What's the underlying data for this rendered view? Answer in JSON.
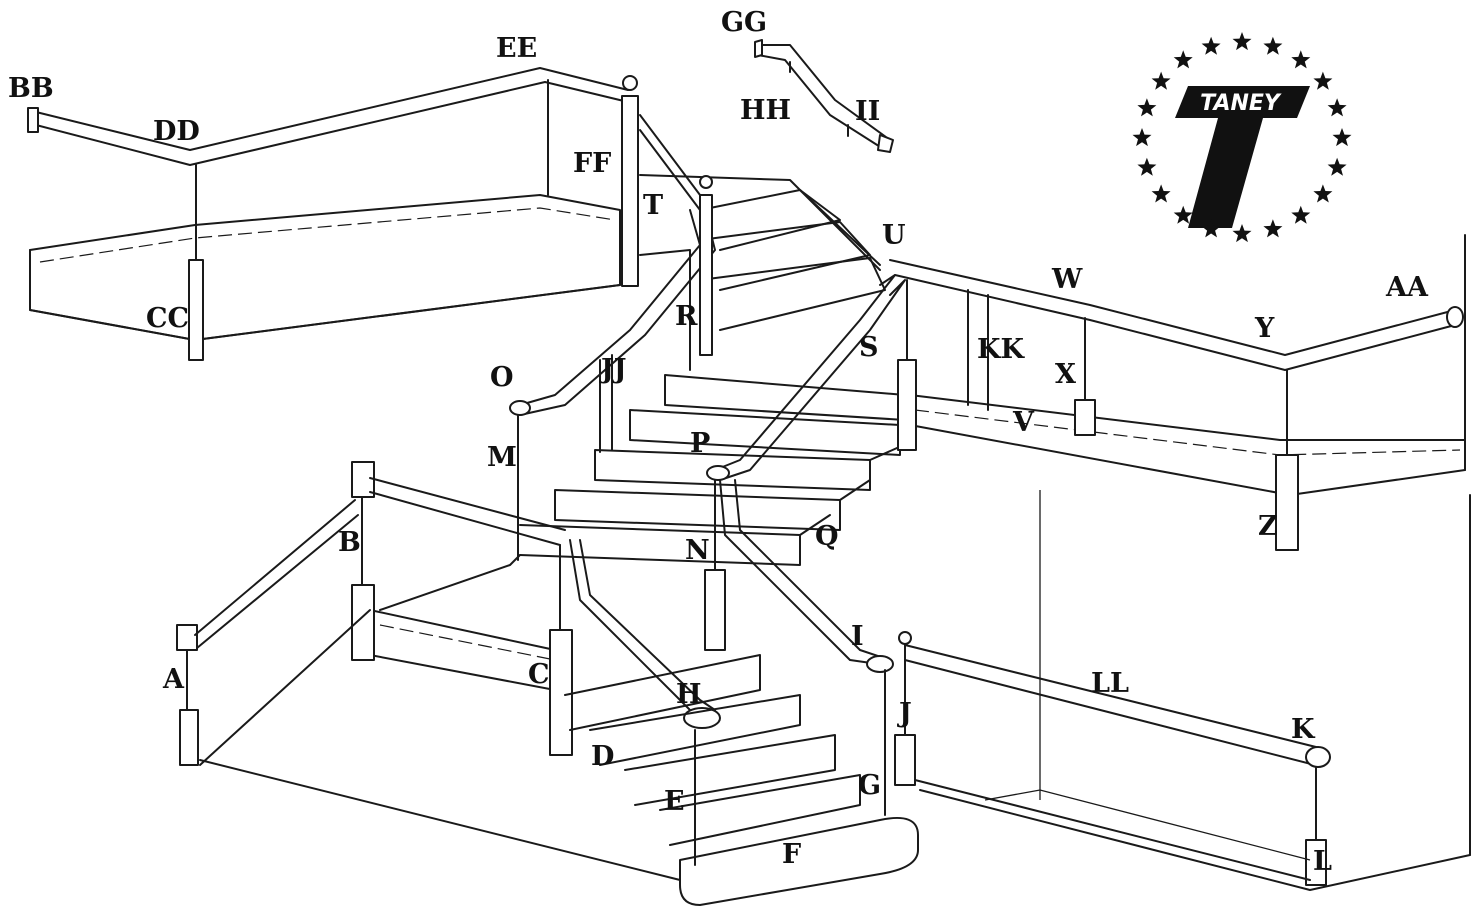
{
  "diagram": {
    "labels": [
      "A",
      "B",
      "C",
      "D",
      "E",
      "F",
      "G",
      "H",
      "I",
      "J",
      "K",
      "L",
      "M",
      "N",
      "O",
      "P",
      "Q",
      "R",
      "S",
      "T",
      "U",
      "V",
      "W",
      "X",
      "Y",
      "Z",
      "AA",
      "BB",
      "CC",
      "DD",
      "EE",
      "FF",
      "GG",
      "HH",
      "II",
      "JJ",
      "KK",
      "LL"
    ]
  },
  "logo": {
    "brand_text": "TANEY",
    "monogram": "T",
    "star_color": "#111111"
  }
}
